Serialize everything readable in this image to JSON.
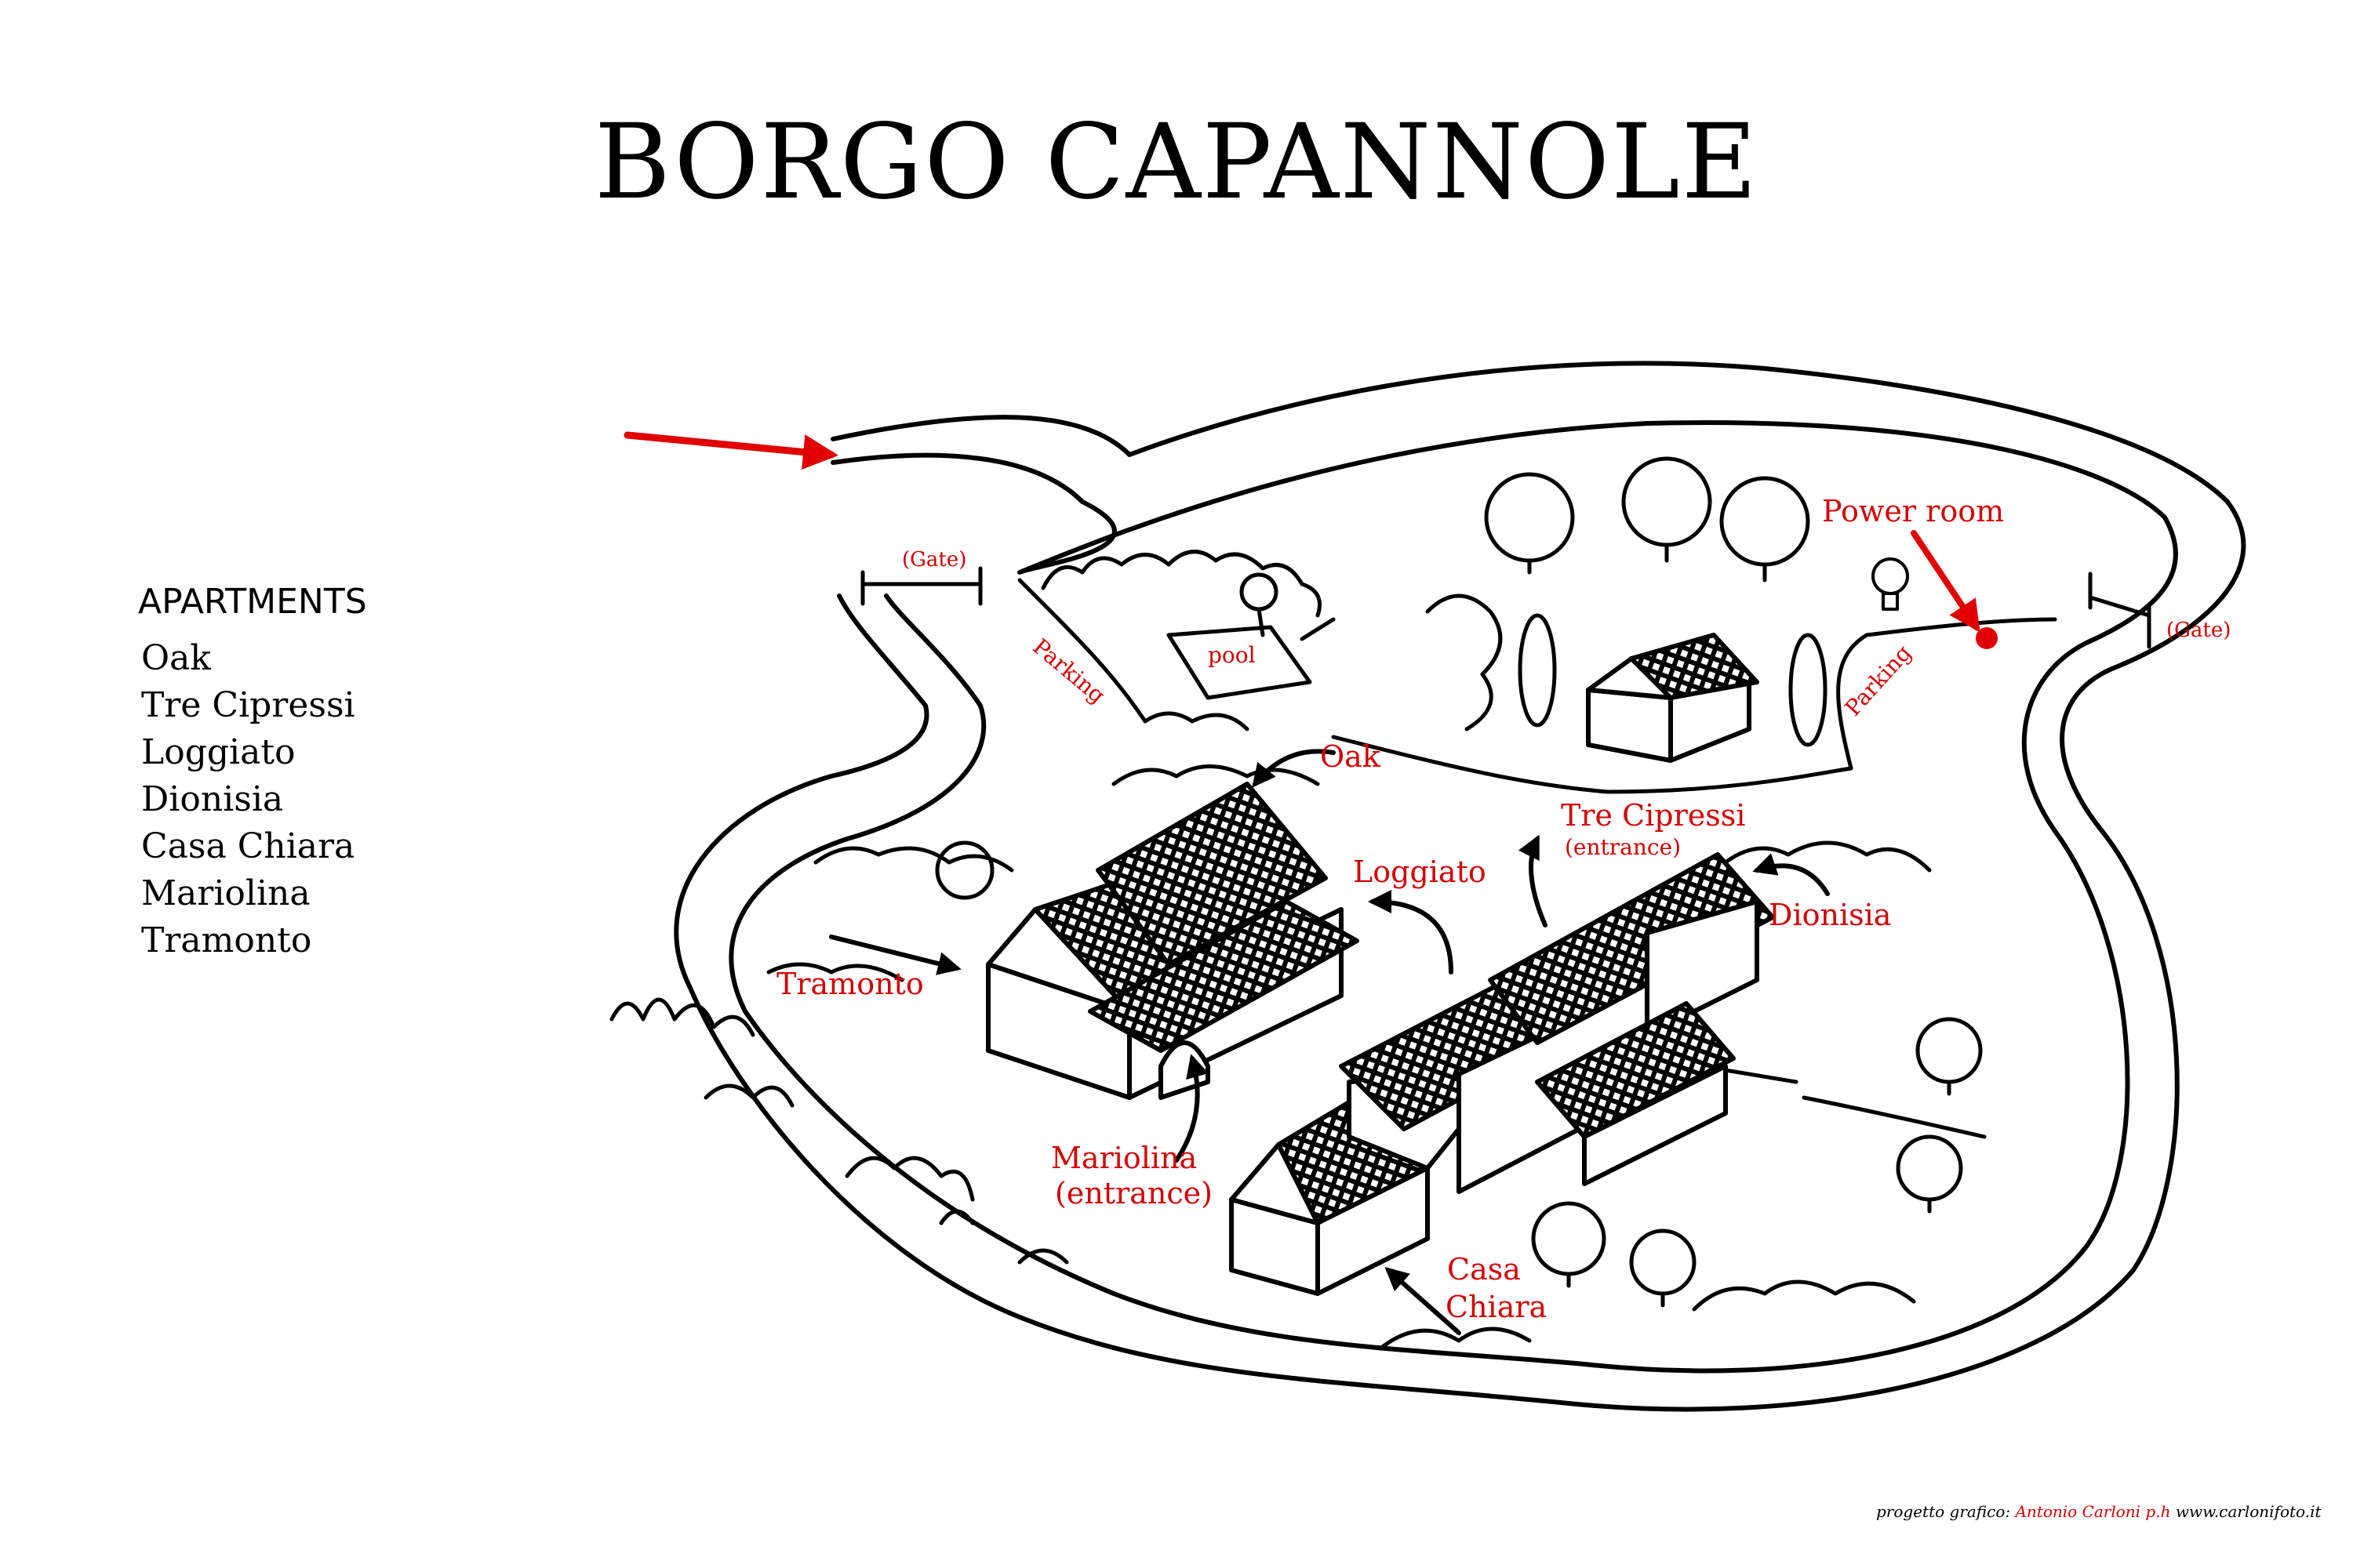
{
  "title": "BORGO CAPANNOLE",
  "legend": {
    "heading": "APARTMENTS",
    "items": [
      "Oak",
      "Tre Cipressi",
      "Loggiato",
      "Dionisia",
      "Casa Chiara",
      "Mariolina",
      "Tramonto"
    ]
  },
  "labels": {
    "gate_left": "(Gate)",
    "gate_right": "(Gate)",
    "pool": "pool",
    "parking_left": "Parking",
    "parking_right": "Parking",
    "power_room": "Power room",
    "oak": "Oak",
    "tre_cipressi": "Tre Cipressi",
    "tre_cipressi_note": "(entrance)",
    "loggiato": "Loggiato",
    "dionisia": "Dionisia",
    "tramonto": "Tramonto",
    "mariolina": "Mariolina",
    "mariolina_note": "(entrance)",
    "casa_chiara_1": "Casa",
    "casa_chiara_2": "Chiara"
  },
  "credit": {
    "prefix": "progetto grafico:",
    "author": "Antonio Carloni p.h",
    "site": "www.carlonifoto.it"
  },
  "colors": {
    "label": "#d40000",
    "ink": "#000000",
    "background": "#ffffff"
  },
  "icons": [
    "entry-arrow-icon",
    "lightbulb-icon",
    "gate-icon",
    "tree-icon",
    "umbrella-icon"
  ]
}
